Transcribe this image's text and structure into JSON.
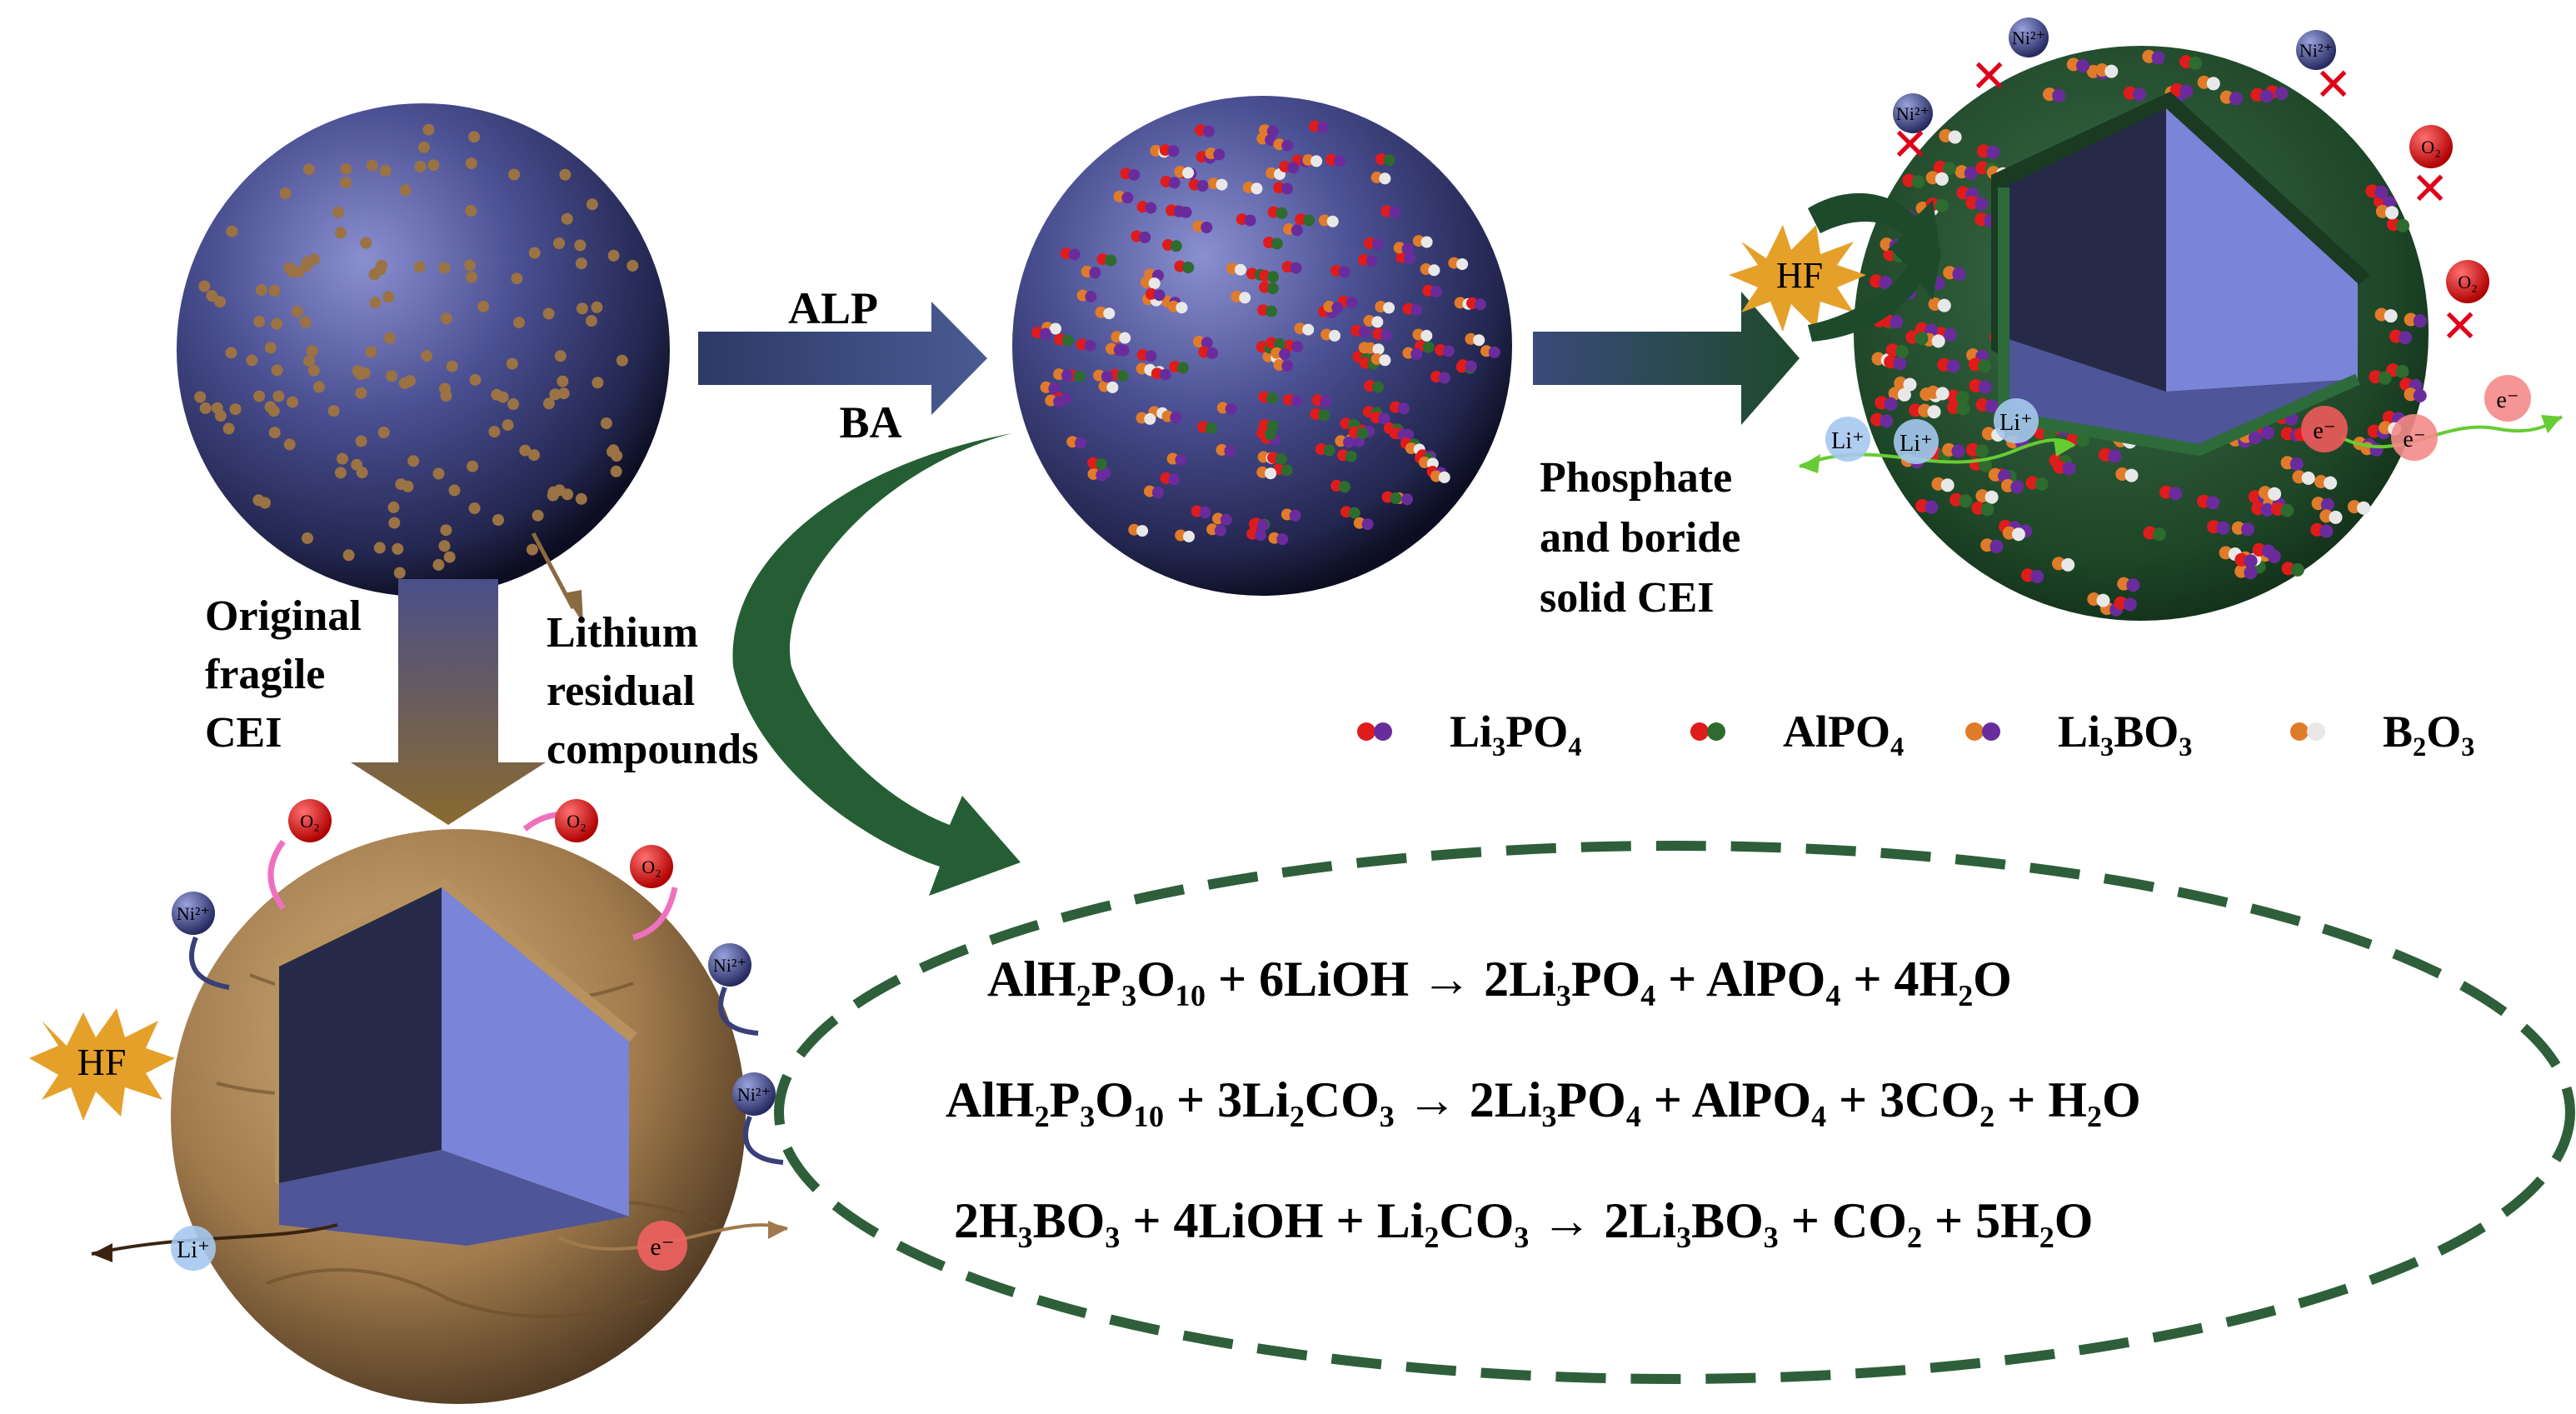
{
  "labels": {
    "alp": "ALP",
    "ba": "BA",
    "original": [
      "Original",
      "fragile",
      "CEI"
    ],
    "lithium": [
      "Lithium",
      "residual",
      "compounds"
    ],
    "phosphate": [
      "Phosphate",
      "and boride",
      "solid CEI"
    ],
    "hf": "HF",
    "li_ion": "Li⁺",
    "electron": "e⁻",
    "ni_ion": "Ni²⁺",
    "oxygen": "O₂"
  },
  "legend": [
    {
      "label": "Li₃PO₄",
      "c1": "#e01b1b",
      "c2": "#6a2c9c"
    },
    {
      "label": "AlPO₄",
      "c1": "#e01b1b",
      "c2": "#2e6b2e"
    },
    {
      "label": "Li₃BO₃",
      "c1": "#e07b2a",
      "c2": "#6a2c9c"
    },
    {
      "label": "B₂O₃",
      "c1": "#e07b2a",
      "c2": "#e8e8e8"
    }
  ],
  "equations": [
    "AlH₂P₃O₁₀ + 6LiOH → 2Li₃PO₄ + AlPO₄ + 4H₂O",
    "AlH₂P₃O₁₀ + 3Li₂CO₃ → 2Li₃PO₄ + AlPO₄ + 3CO₂ + H₂O",
    "2H₃BO₃ + 4LiOH + Li₂CO₃ → 2Li₃BO₃ + CO₂ + 5H₂O"
  ],
  "colors": {
    "sphere_blue": "#3a3f78",
    "cei_green": "#1f4a2c",
    "rock_brown": "#8a6a44",
    "dash_green": "#2e5f3a",
    "cube_light": "#7a84d8",
    "cube_dark": "#262a48"
  }
}
